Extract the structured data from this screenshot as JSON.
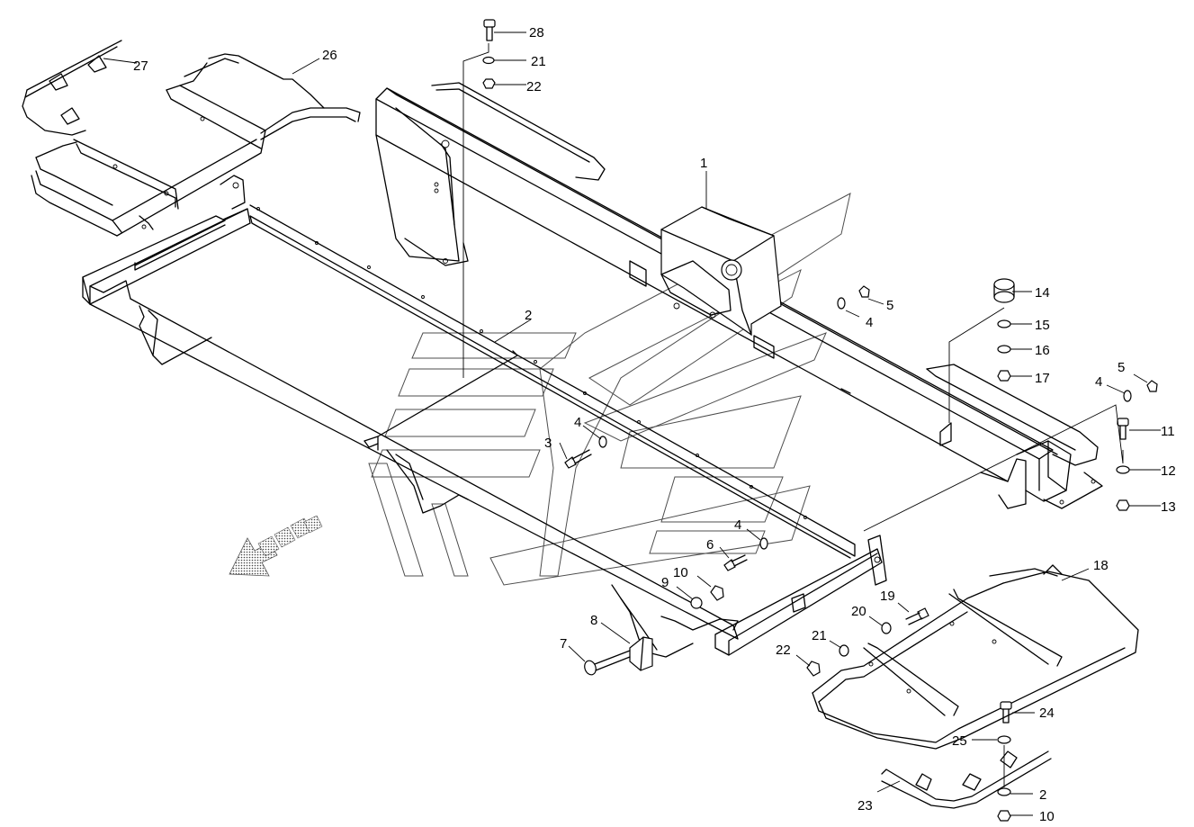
{
  "callouts": {
    "c1": "1",
    "c2": "2",
    "c2b": "2",
    "c3": "3",
    "c4a": "4",
    "c4b": "4",
    "c4c": "4",
    "c4d": "4",
    "c5a": "5",
    "c5b": "5",
    "c6": "6",
    "c7": "7",
    "c8": "8",
    "c9": "9",
    "c10a": "10",
    "c10b": "10",
    "c11": "11",
    "c12": "12",
    "c13": "13",
    "c14": "14",
    "c15": "15",
    "c16": "16",
    "c17": "17",
    "c18": "18",
    "c19": "19",
    "c20": "20",
    "c21a": "21",
    "c21b": "21",
    "c22a": "22",
    "c22b": "22",
    "c23": "23",
    "c24": "24",
    "c25": "25",
    "c26": "26",
    "c27": "27",
    "c28": "28"
  },
  "direction_arrow": {
    "icon": "forward-direction-arrow-icon",
    "color": "#555555"
  }
}
